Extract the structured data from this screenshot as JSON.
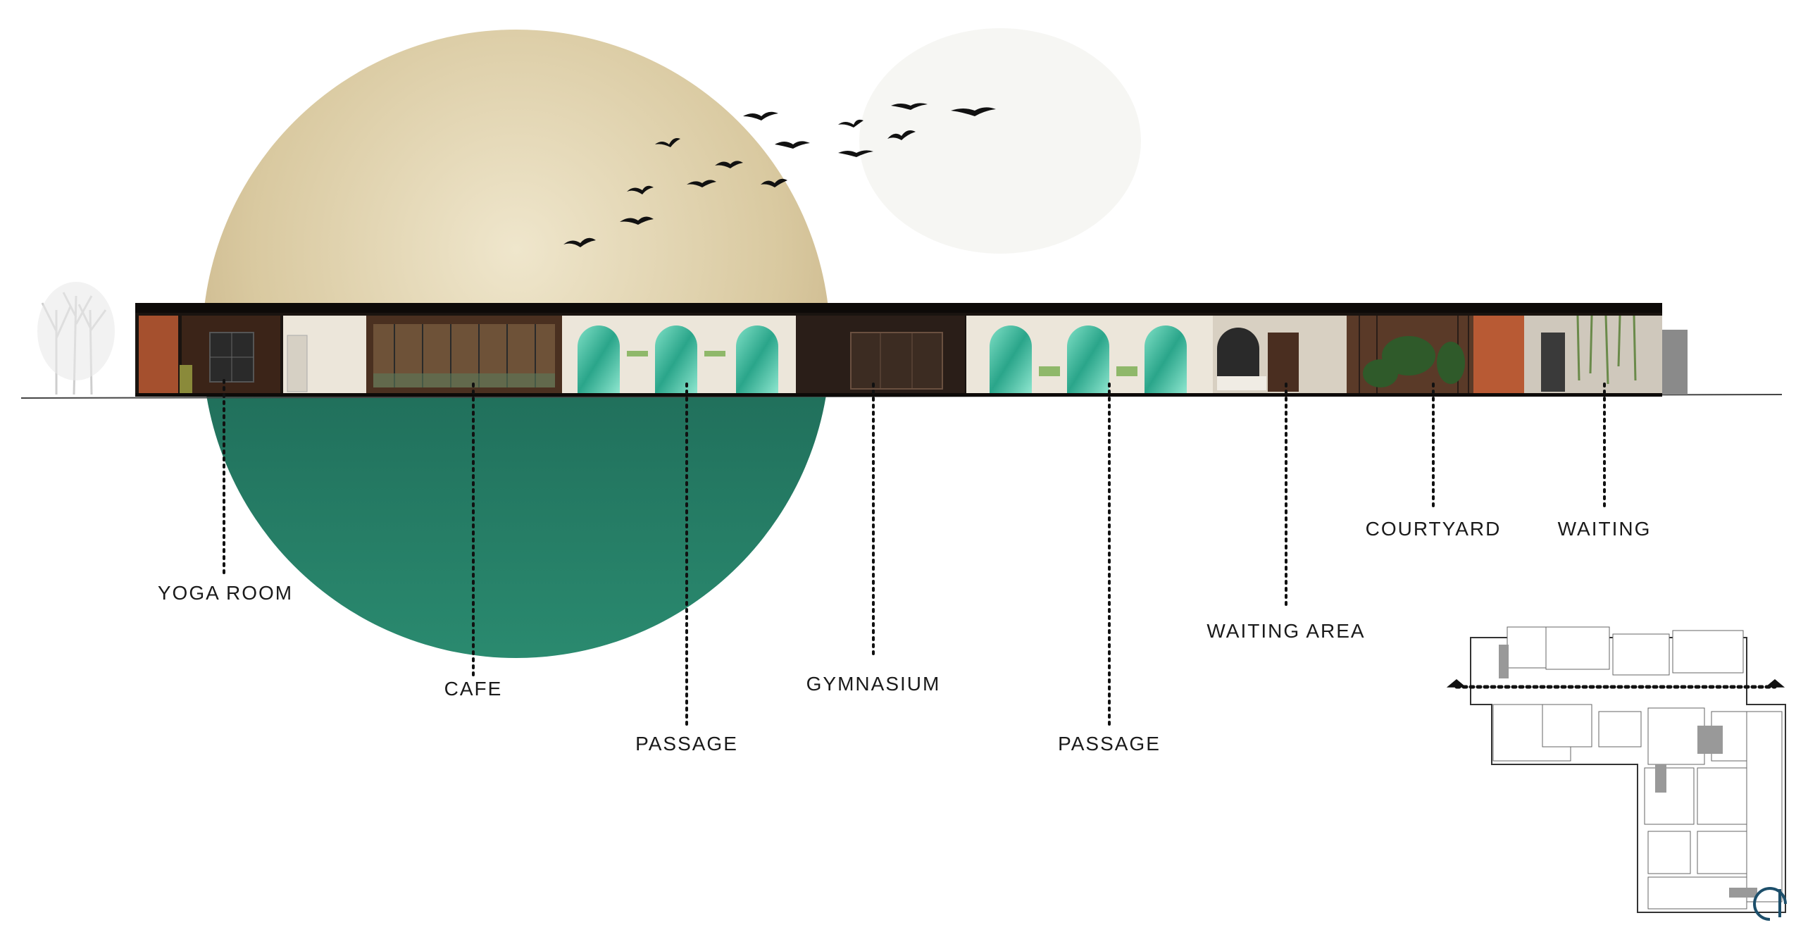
{
  "labels": {
    "yoga_room": "YOGA ROOM",
    "cafe": "CAFE",
    "passage_1": "PASSAGE",
    "gymnasium": "GYMNASIUM",
    "passage_2": "PASSAGE",
    "waiting_area": "WAITING AREA",
    "courtyard": "COURTYARD",
    "waiting": "WAITING"
  },
  "colors": {
    "sun_top": "#d9c9a0",
    "sun_bottom": "#1f6b58",
    "wall_dark": "#1a1410",
    "brick": "#a5502e",
    "teal_arch": "#3bb89a",
    "plaster": "#ece6da",
    "wood": "#5a3a28",
    "dotted_line": "#111111"
  },
  "icons": [
    "bird-icon",
    "tree-icon",
    "north-arrow-icon",
    "section-cut-arrow-icon"
  ]
}
